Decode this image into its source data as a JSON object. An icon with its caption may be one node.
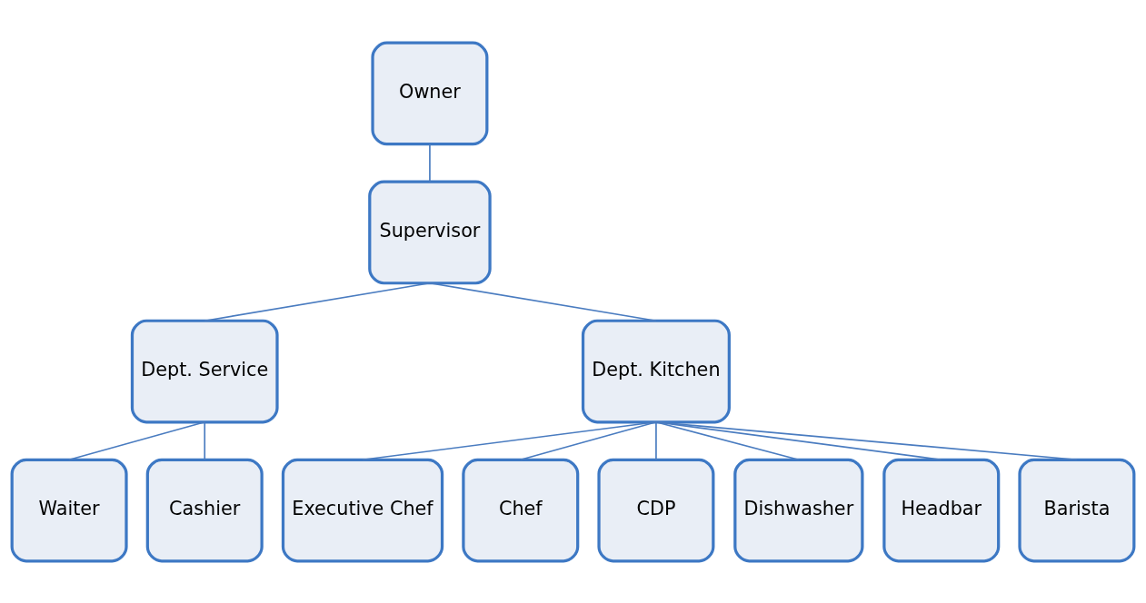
{
  "diagram": {
    "nodes": [
      {
        "text": [
          "Owner"
        ]
      },
      {
        "text": [
          "Supervisor"
        ]
      },
      {
        "text": [
          "Dept. Service"
        ]
      },
      {
        "text": [
          "Dept. Kitchen"
        ]
      },
      {
        "text": [
          "Waiter"
        ]
      },
      {
        "text": [
          "Cashier"
        ]
      },
      {
        "text": [
          "Executive Chef"
        ]
      },
      {
        "text": [
          "Chef"
        ]
      },
      {
        "text": [
          "CDP"
        ]
      },
      {
        "text": [
          "Dishwasher"
        ]
      },
      {
        "text": [
          "Headbar"
        ]
      },
      {
        "text": [
          "Barista"
        ]
      }
    ],
    "edges": [
      {
        "from": 0,
        "to": 1,
        "arrow": "none"
      },
      {
        "from": 1,
        "to": 2,
        "arrow": "none"
      },
      {
        "from": 1,
        "to": 3,
        "arrow": "none"
      },
      {
        "from": 2,
        "to": 4,
        "arrow": "none"
      },
      {
        "from": 2,
        "to": 5,
        "arrow": "none"
      },
      {
        "from": 3,
        "to": 6,
        "arrow": "none"
      },
      {
        "from": 3,
        "to": 7,
        "arrow": "none"
      },
      {
        "from": 3,
        "to": 8,
        "arrow": "none"
      },
      {
        "from": 3,
        "to": 9,
        "arrow": "none"
      },
      {
        "from": 3,
        "to": 10,
        "arrow": "none"
      },
      {
        "from": 3,
        "to": 11,
        "arrow": "none"
      }
    ]
  }
}
